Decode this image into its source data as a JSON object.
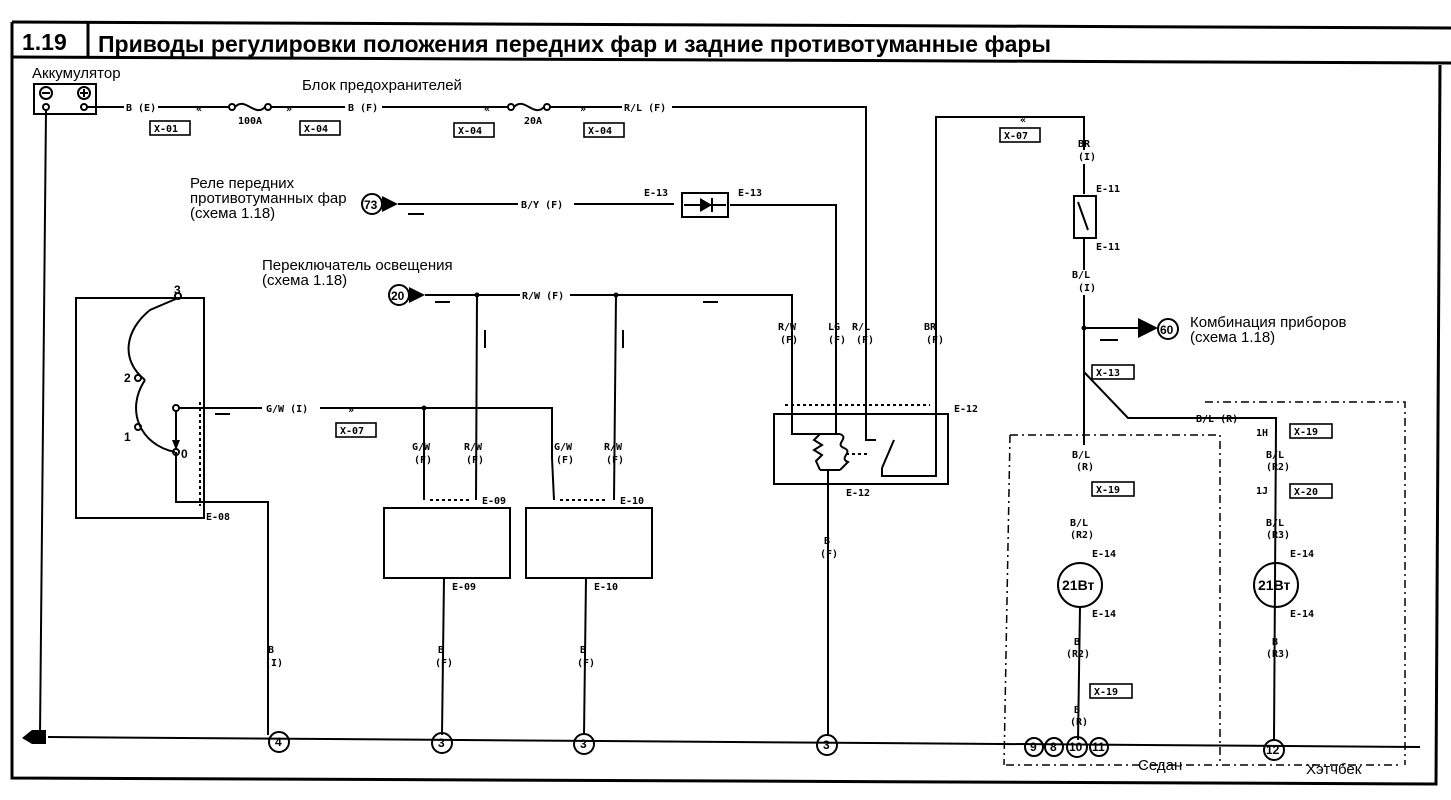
{
  "header": {
    "section_number": "1.19",
    "title": "Приводы регулировки положения передних фар и задние противотуманные фары"
  },
  "components": {
    "battery": "Аккумулятор",
    "fuse_block": "Блок предохранителей",
    "fuse_main": "100A",
    "fuse_circuit": "20A",
    "front_fog_relay": [
      "Реле передних",
      "противотуманных фар",
      "(схема 1.18)"
    ],
    "front_fog_relay_ref": "73",
    "light_switch": [
      "Переключатель освещения",
      "(схема 1.18)"
    ],
    "light_switch_ref": "20",
    "instrument_cluster": [
      "Комбинация приборов",
      "(схема 1.18)"
    ],
    "instrument_cluster_ref": "60",
    "lamp_left": "21Вт",
    "lamp_right": "21Вт",
    "leveling_switch_positions": [
      "0",
      "1",
      "2",
      "3"
    ],
    "body_sedan": "Седан",
    "body_hatchback": "Хэтчбек"
  },
  "wires": {
    "bat_out": "B (E)",
    "fuse_in": "B (F)",
    "fuse_out": "R/L (F)",
    "relay_in": "B/Y (F)",
    "switch_out": "R/W (F)",
    "leveling": "G/W (I)",
    "act1_gw": [
      "G/W",
      "(F)"
    ],
    "act1_rw": [
      "R/W",
      "(F)"
    ],
    "act2_gw": [
      "G/W",
      "(F)"
    ],
    "act2_rw": [
      "R/W",
      "(F)"
    ],
    "relay_rw": [
      "R/W",
      "(F)"
    ],
    "relay_lg": [
      "LG",
      "(F)"
    ],
    "relay_rl": [
      "R/L",
      "(F)"
    ],
    "relay_br": [
      "BR",
      "(F)"
    ],
    "relay_gnd": [
      "B",
      "(F)"
    ],
    "sw_in": [
      "BR",
      "(I)"
    ],
    "sw_out": [
      "B/L",
      "(I)"
    ],
    "branch_hatch": "B/L (R)",
    "sedan_1": [
      "B/L",
      "(R)"
    ],
    "sedan_2": [
      "B/L",
      "(R2)"
    ],
    "sedan_3": [
      "B",
      "(R2)"
    ],
    "sedan_4": [
      "B",
      "(R)"
    ],
    "hatch_1": [
      "B/L",
      "(R2)"
    ],
    "hatch_2": [
      "B/L",
      "(R3)"
    ],
    "hatch_3": [
      "B",
      "(R3)"
    ],
    "gnd_lev": [
      "B",
      "(I)"
    ],
    "gnd_act1": [
      "B",
      "(F)"
    ],
    "gnd_act2": [
      "B",
      "(F)"
    ]
  },
  "connectors": {
    "x01": "X-01",
    "x04a": "X-04",
    "x04b": "X-04",
    "x04c": "X-04",
    "x07a": "X-07",
    "x07b": "X-07",
    "x13": "X-13",
    "x19a": "X-19",
    "x19b": "X-19",
    "x19c": "X-19",
    "x20": "X-20",
    "e08": "E-08",
    "e09a": "E-09",
    "e09b": "E-09",
    "e10a": "E-10",
    "e10b": "E-10",
    "e11a": "E-11",
    "e11b": "E-11",
    "e12a": "E-12",
    "e12b": "E-12",
    "e13a": "E-13",
    "e13b": "E-13",
    "e14a": "E-14",
    "e14b": "E-14",
    "e14c": "E-14",
    "e14d": "E-14",
    "pin_1h": "1H",
    "pin_1j": "1J"
  },
  "grounds": {
    "g1": "4",
    "g2": "3",
    "g3": "3",
    "g4": "3",
    "g9": "9",
    "g8": "8",
    "g10": "10",
    "g11": "11",
    "g12": "12"
  }
}
